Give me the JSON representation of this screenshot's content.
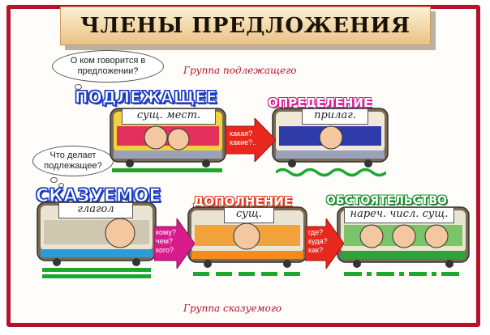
{
  "title": "ЧЛЕНЫ ПРЕДЛОЖЕНИЯ",
  "questions": {
    "subject": "О ком говорится в предложении?",
    "predicate": "Что делает подлежащее?"
  },
  "groups": {
    "subject": "Группа подлежащего",
    "predicate": "Группа сказуемого"
  },
  "trams": [
    {
      "role": "ПОДЛЕЖАЩЕЕ",
      "sign": "сущ.   мест.",
      "underline": "single",
      "color": "#1a3cc0"
    },
    {
      "role": "ОПРЕДЕЛЕНИЕ",
      "sign": "прилаг.",
      "underline": "wavy",
      "color": "#d81c8c"
    },
    {
      "role": "СКАЗУЕМОЕ",
      "sign": "глагол",
      "underline": "double",
      "color": "#1a3cc0"
    },
    {
      "role": "ДОПОЛНЕНИЕ",
      "sign": "сущ.",
      "underline": "dashed",
      "color": "#e0361c"
    },
    {
      "role": "ОБСТОЯТЕЛЬСТВО",
      "sign": "нареч.  числ.  сущ.",
      "underline": "dash-dot",
      "color": "#1c8a2a"
    }
  ],
  "arrows": {
    "attribute": "какая? какие?..",
    "object": "кому? чем? кого?",
    "adverbial": "где? куда? как?"
  },
  "colors": {
    "frame": "#b5122b",
    "underline": "#1ca830",
    "arrow": "#e8281e"
  }
}
